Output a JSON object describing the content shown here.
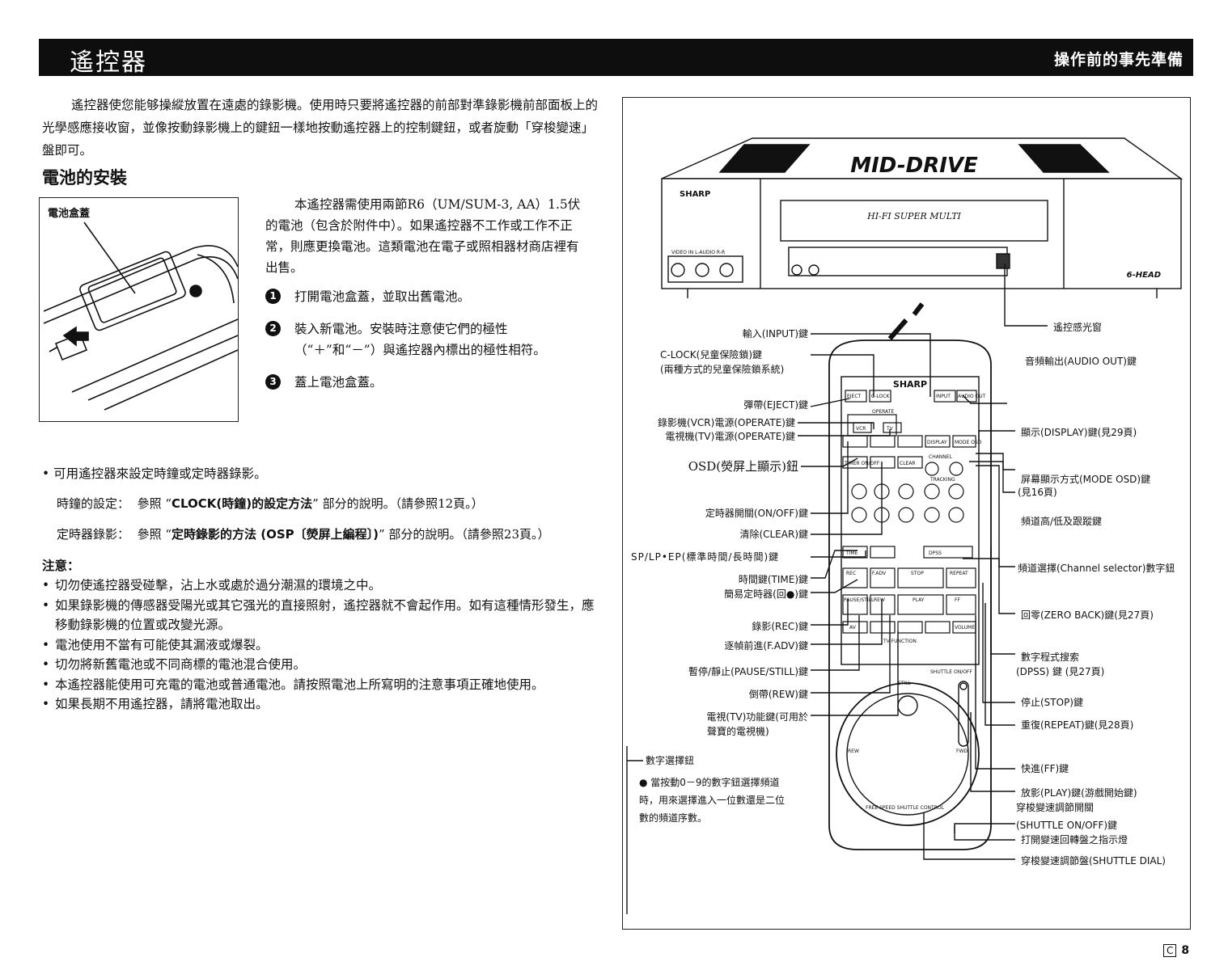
{
  "header": {
    "title": "遙控器",
    "section": "操作前的事先準備"
  },
  "intro": "遙控器使您能够操縱放置在遠處的錄影機。使用時只要將遙控器的前部對準錄影機前部面板上的光學感應接收窗，並像按動錄影機上的鍵鈕一樣地按動遙控器上的控制鍵鈕，或者旋動「穿梭變速」盤即可。",
  "battery": {
    "title": "電池的安裝",
    "box_label": "電池盒蓋",
    "text": "本遙控器需使用兩節R6（UM/SUM-3, AA）1.5伏的電池（包含於附件中）。如果遙控器不工作或工作不正常，則應更換電池。這類電池在電子或照相器材商店裡有出售。",
    "steps": [
      {
        "num": "1",
        "text": "打開電池盒蓋，並取出舊電池。"
      },
      {
        "num": "2",
        "text": "裝入新電池。安裝時注意使它們的極性（“＋”和“－”）與遙控器內標出的極性相符。"
      },
      {
        "num": "3",
        "text": "蓋上電池盒蓋。"
      }
    ]
  },
  "bullet": "• 可用遙控器來設定時鐘或定時器錄影。",
  "refs": [
    {
      "label": "時鐘的設定：",
      "pre": "參照 “",
      "bold": "CLOCK(時鐘)的設定方法",
      "post": "” 部分的說明。（請參照12頁。）"
    },
    {
      "label": "定時器錄影：",
      "pre": "參照 “",
      "bold": "定時錄影的方法 (OSP〔熒屏上編程〕)",
      "post": "” 部分的說明。（請參照23頁。）"
    }
  ],
  "notes_title": "注意：",
  "notes": [
    "切勿使遙控器受碰擊，沾上水或處於過分潮濕的環境之中。",
    "如果錄影機的傳感器受陽光或其它强光的直接照射，遙控器就不會起作用。如有這種情形發生，應移動錄影機的位置或改變光源。",
    "電池使用不當有可能使其漏液或爆裂。",
    "切勿將新舊電池或不同商標的電池混合使用。",
    "本遙控器能使用可充電的電池或普通電池。請按照電池上所寫明的注意事項正確地使用。",
    "如果長期不用遙控器，請將電池取出。"
  ],
  "vcr": {
    "brand": "SHARP",
    "logo": "MID-DRIVE",
    "model": "HI-FI SUPER MULTI",
    "head": "6-HEAD",
    "inputs": "VIDEO IN   L-AUDIO R-R"
  },
  "remote_keys": {
    "brand": "SHARP",
    "eject": "EJECT",
    "clock": "C-LOCK",
    "input": "INPUT",
    "audio_out": "AUDIO OUT",
    "operate": "OPERATE",
    "vcr": "VCR",
    "tv": "TV",
    "display": "DISPLAY",
    "mode_osd": "MODE OSD",
    "timer": "TIMER ON/OFF",
    "clear": "CLEAR",
    "channel": "CHANNEL",
    "tracking": "TRACKING",
    "time": "TIME",
    "dpss": "DPSS",
    "rec": "REC",
    "fadv": "F.ADV",
    "stop": "STOP",
    "repeat": "REPEAT",
    "pause": "PAUSE/STILL",
    "rew": "REW",
    "play": "PLAY",
    "ff": "FF",
    "av": "AV",
    "volume": "VOLUME",
    "tvfunc": "TV FUNCTION",
    "shuttle_onoff": "SHUTTLE ON/OFF",
    "still": "STILL",
    "rew_dial": "REW",
    "ff_dial": "FWD",
    "free_speed": "FREE SPEED SHUTTLE CONTROL"
  },
  "left_labels": [
    {
      "id": "input",
      "text": "輸入(INPUT)鍵"
    },
    {
      "id": "clock1",
      "text": "C-LOCK(兒童保險鎖)鍵"
    },
    {
      "id": "clock2",
      "text": "(兩種方式的兒童保險鎖系統)"
    },
    {
      "id": "eject",
      "text": "彈帶(EJECT)鍵"
    },
    {
      "id": "vcr",
      "text": "錄影機(VCR)電源(OPERATE)鍵"
    },
    {
      "id": "tv",
      "text": "電視機(TV)電源(OPERATE)鍵"
    },
    {
      "id": "osd",
      "text": "OSD(熒屏上顯示)鈕"
    },
    {
      "id": "timer",
      "text": "定時器開關(ON/OFF)鍵"
    },
    {
      "id": "clear",
      "text": "清除(CLEAR)鍵"
    },
    {
      "id": "splp",
      "text": "SP/LP•EP(標準時間/長時間)鍵"
    },
    {
      "id": "time",
      "text": "時間鍵(TIME)鍵"
    },
    {
      "id": "easy",
      "text": "簡易定時器(回●)鍵"
    },
    {
      "id": "rec",
      "text": "錄影(REC)鍵"
    },
    {
      "id": "fadv",
      "text": "逐幀前進(F.ADV)鍵"
    },
    {
      "id": "pause",
      "text": "暫停/靜止(PAUSE/STILL)鍵"
    },
    {
      "id": "rew",
      "text": "倒帶(REW)鍵"
    },
    {
      "id": "tvf1",
      "text": "電視(TV)功能鍵(可用於"
    },
    {
      "id": "tvf2",
      "text": "聲寶的電視機)"
    }
  ],
  "right_labels": [
    {
      "id": "sensor",
      "text": "遙控感光窗"
    },
    {
      "id": "audio",
      "text": "音頻輸出(AUDIO OUT)鍵"
    },
    {
      "id": "display",
      "text": "顯示(DISPLAY)鍵(見29頁)"
    },
    {
      "id": "mode1",
      "text": "屏幕顯示方式(MODE OSD)鍵"
    },
    {
      "id": "mode2",
      "text": "(見16頁)"
    },
    {
      "id": "chan",
      "text": "頻道高/低及跟蹤鍵"
    },
    {
      "id": "chsel",
      "text": "頻道選擇(Channel selector)數字鈕"
    },
    {
      "id": "zero",
      "text": "回零(ZERO BACK)鍵(見27頁)"
    },
    {
      "id": "dpss1",
      "text": "數字程式搜索"
    },
    {
      "id": "dpss2",
      "text": "(DPSS) 鍵 (見27頁)"
    },
    {
      "id": "stop",
      "text": "停止(STOP)鍵"
    },
    {
      "id": "repeat",
      "text": "重復(REPEAT)鍵(見28頁)"
    },
    {
      "id": "ff",
      "text": "快進(FF)鍵"
    },
    {
      "id": "play",
      "text": "放影(PLAY)鍵(游戲開始鍵)"
    },
    {
      "id": "shut1",
      "text": "穿梭變速調節開關"
    },
    {
      "id": "shut2",
      "text": "(SHUTTLE ON/OFF)鍵"
    },
    {
      "id": "shut3",
      "text": "打開變速回轉盤之指示燈"
    },
    {
      "id": "dial",
      "text": "穿梭變速調節盤(SHUTTLE DIAL)"
    }
  ],
  "bottom_note": {
    "title": "數字選擇鈕",
    "text": "● 當按動0－9的數字鈕選擇頻道時，用來選擇進入一位數還是二位數的頻道序數。"
  },
  "page": {
    "mark": "C",
    "number": "8"
  }
}
